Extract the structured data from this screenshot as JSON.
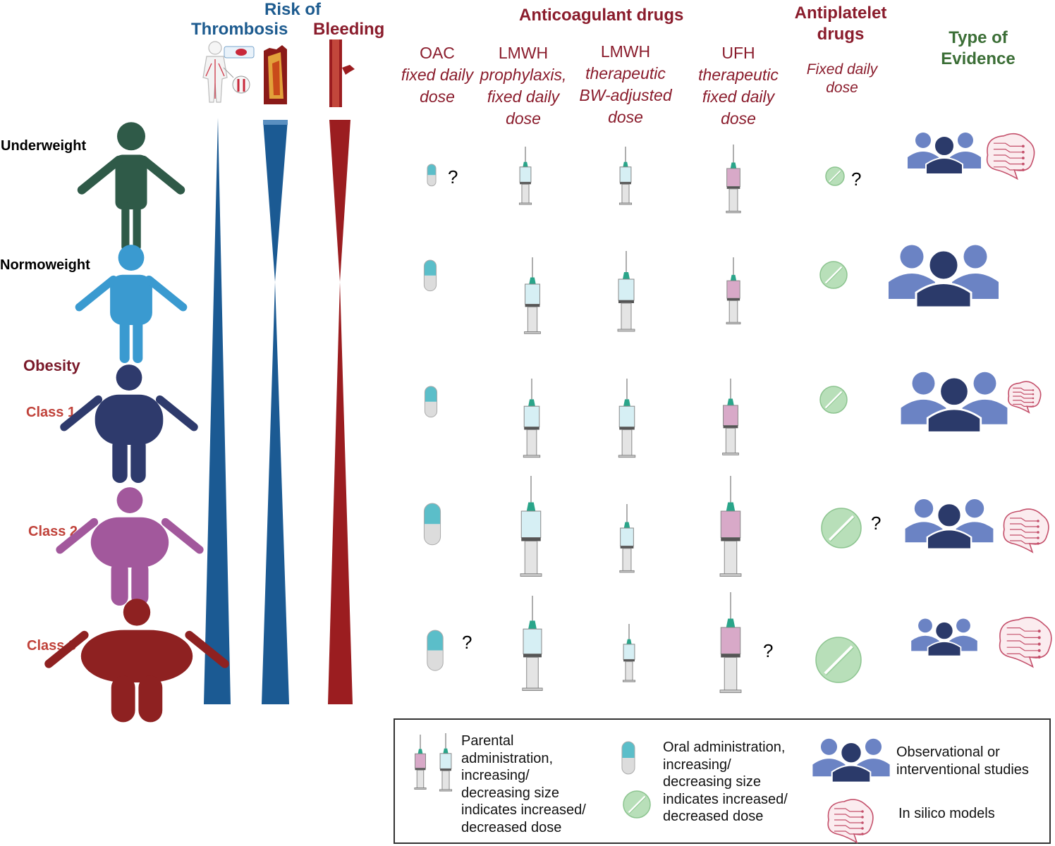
{
  "headers": {
    "risk_of": "Risk of",
    "thrombosis": "Thrombosis",
    "bleeding": "Bleeding",
    "anticoagulant": "Anticoagulant drugs",
    "antiplatelet": "Antiplatelet drugs",
    "type_of_evidence": "Type of Evidence"
  },
  "columns": {
    "oac": {
      "title": "OAC",
      "subtitle": "fixed daily dose"
    },
    "lmwh_prophylaxis": {
      "title": "LMWH",
      "subtitle": "prophylaxis, fixed daily dose"
    },
    "lmwh_therapeutic": {
      "title": "LMWH",
      "subtitle": "therapeutic BW-adjusted dose"
    },
    "ufh": {
      "title": "UFH",
      "subtitle": "therapeutic fixed daily dose"
    },
    "antiplatelet": {
      "subtitle": "Fixed daily dose"
    }
  },
  "rows": [
    {
      "label": "Underweight",
      "figure_color": "#2f5a48"
    },
    {
      "label": "Normoweight",
      "figure_color": "#3a9ad0"
    },
    {
      "label": "Class 1",
      "figure_color": "#2e3a6c"
    },
    {
      "label": "Class 2",
      "figure_color": "#a2589c"
    },
    {
      "label": "Class 3",
      "figure_color": "#8e2121"
    }
  ],
  "obesity_label": "Obesity",
  "question_mark": "?",
  "legend": {
    "parenteral": "Parental\nadministration,\nincreasing/\ndecreasing size\nindicates increased/\ndecreased dose",
    "oral": "Oral administration,\nincreasing/\ndecreasing size\nindicates increased/\ndecreased dose",
    "observational": "Observational or\ninterventional studies",
    "in_silico": "In silico models"
  },
  "colors": {
    "thrombosis_blue": "#1b5a93",
    "bleeding_red": "#9b1d20",
    "syringe_blue_fill": "#d6eff4",
    "syringe_pink_fill": "#d8a9c8",
    "needle_hub": "#2aa58a",
    "capsule_teal": "#5bbec9",
    "tablet_green": "#b8dfb9",
    "people_light": "#6b83c4",
    "people_dark": "#2b3a6a",
    "brain_pink": "#c4506b"
  }
}
